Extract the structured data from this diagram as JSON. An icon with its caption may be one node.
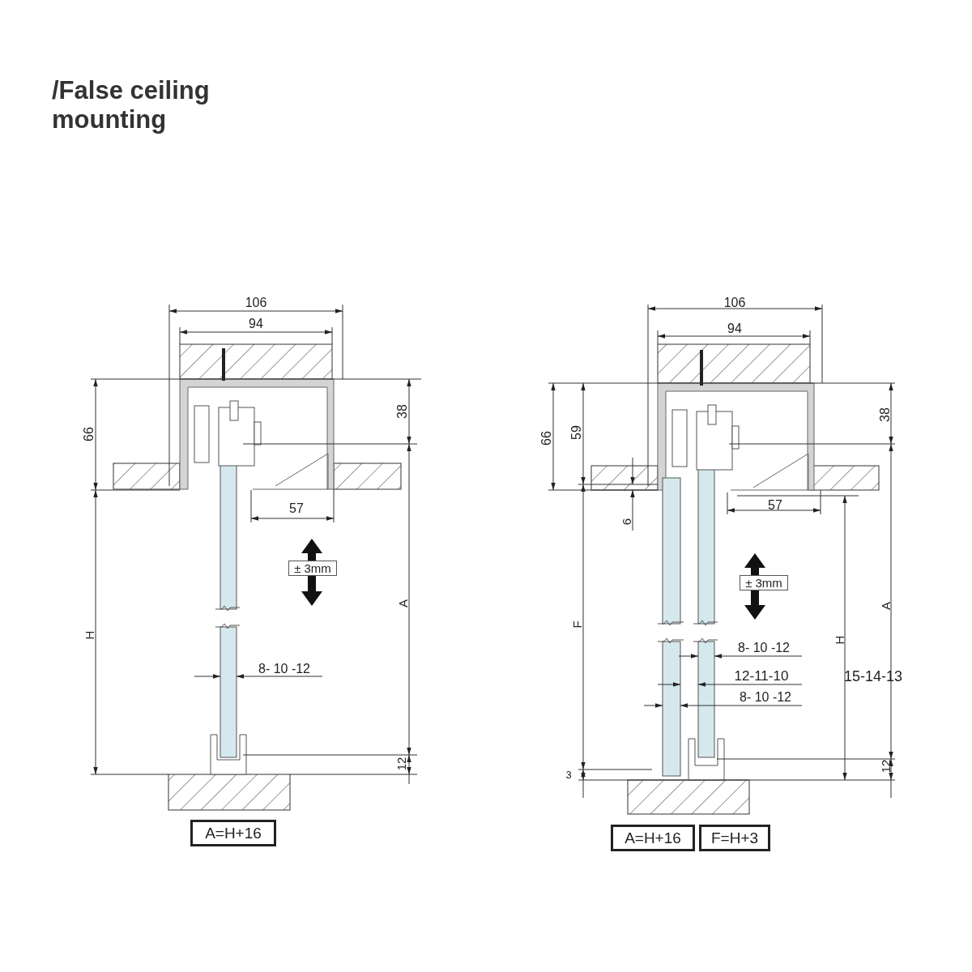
{
  "diagram": {
    "title": "/False ceiling mounting",
    "nodes": [
      {
        "text": [
          "± 3mm"
        ]
      },
      {
        "text": [
          "A=H+16"
        ]
      },
      {
        "text": [
          "± 3mm"
        ]
      },
      {
        "text": [
          "A=H+16"
        ]
      },
      {
        "text": [
          "F=H+3"
        ]
      }
    ],
    "labels": [
      "106",
      "94",
      "66",
      "38",
      "57",
      "H",
      "A",
      "8- 10 -12",
      "12",
      "106",
      "94",
      "66",
      "59",
      "38",
      "6",
      "57",
      "F",
      "H",
      "A",
      "8- 10 -12",
      "12-11-10",
      "15-14-13",
      "8- 10 -12",
      "3",
      "12"
    ]
  }
}
